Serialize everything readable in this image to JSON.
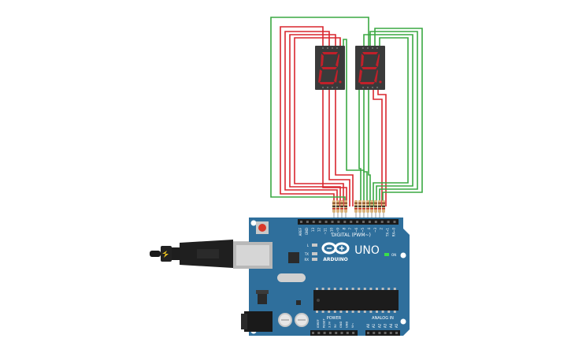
{
  "board": {
    "model": "UNO",
    "brand": "ARDUINO",
    "digital_label": "DIGITAL (PWM~)",
    "power_label": "POWER",
    "analog_label": "ANALOG IN",
    "on_label": "ON",
    "led_l": "L",
    "led_tx": "TX",
    "led_rx": "RX",
    "digital_pins": [
      "AREF",
      "GND",
      "13",
      "12",
      "~11",
      "~10",
      "~9",
      "8",
      "7",
      "~6",
      "~5",
      "4",
      "~3",
      "2",
      "TX→1",
      "RX←0"
    ],
    "power_pins": [
      "IOREF",
      "RESET",
      "3.3V",
      "5V",
      "GND",
      "GND",
      "Vin"
    ],
    "analog_pins": [
      "A0",
      "A1",
      "A2",
      "A3",
      "A4",
      "A5"
    ]
  },
  "colors": {
    "board": "#2f6f9c",
    "display": "#3a3a3a",
    "segment": "#c0202a",
    "wire_red": "#d9262e",
    "wire_green": "#3aa842"
  }
}
